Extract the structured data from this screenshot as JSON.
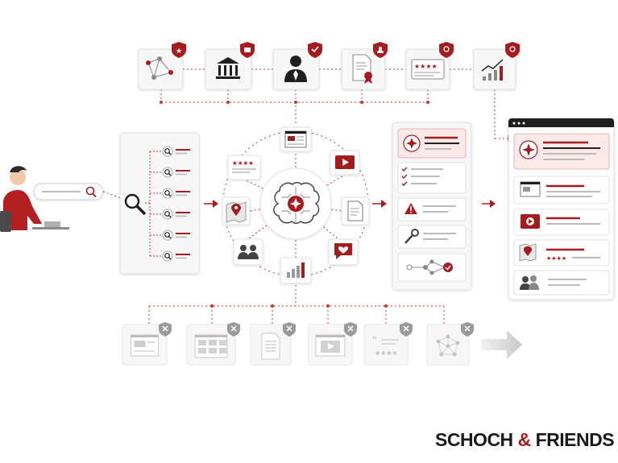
{
  "brand": {
    "name_left": "SCHOCH",
    "ampersand": "&",
    "name_right": "FRIENDS"
  },
  "colors": {
    "accent": "#a51c1f",
    "dark": "#1f1f1f",
    "mid_gray": "#9a9a9a",
    "light_gray": "#d4d4d4",
    "panel_border": "#e2e2e2",
    "panel_fill": "#f7f7f7",
    "connector": "#c0392b"
  },
  "trust_sources": [
    {
      "icon": "network-graph-icon",
      "badge": "star-shield-icon"
    },
    {
      "icon": "institution-building-icon",
      "badge": "building-shield-icon"
    },
    {
      "icon": "expert-person-icon",
      "badge": "check-shield-icon"
    },
    {
      "icon": "certificate-document-icon",
      "badge": "person-shield-icon"
    },
    {
      "icon": "rating-review-icon",
      "badge": "award-shield-icon"
    },
    {
      "icon": "growth-chart-icon",
      "badge": "award-shield-icon"
    }
  ],
  "user": {
    "icon": "user-at-laptop-icon",
    "search_icon": "search-icon"
  },
  "query_fanout": {
    "icon": "magnifier-icon",
    "branch_count": 6
  },
  "ai_hub": {
    "icon": "ai-brain-icon",
    "satellites": [
      "webpage-icon",
      "video-icon",
      "document-icon",
      "chat-icon",
      "chart-icon",
      "people-icon",
      "map-pin-icon",
      "rating-stars-icon"
    ]
  },
  "answer_panel": {
    "rows": [
      "ai-sparkle-icon",
      "checklist-icon",
      "warning-icon",
      "wrench-icon",
      "flow-check-icon"
    ]
  },
  "result_page": {
    "rows": [
      "ai-sparkle-icon",
      "webpage-icon",
      "video-icon",
      "map-rating-icon",
      "people-icon"
    ]
  },
  "rejected_sources": [
    "webpage-icon",
    "grid-page-icon",
    "document-icon",
    "video-page-icon",
    "quote-rating-icon",
    "network-graph-icon"
  ]
}
